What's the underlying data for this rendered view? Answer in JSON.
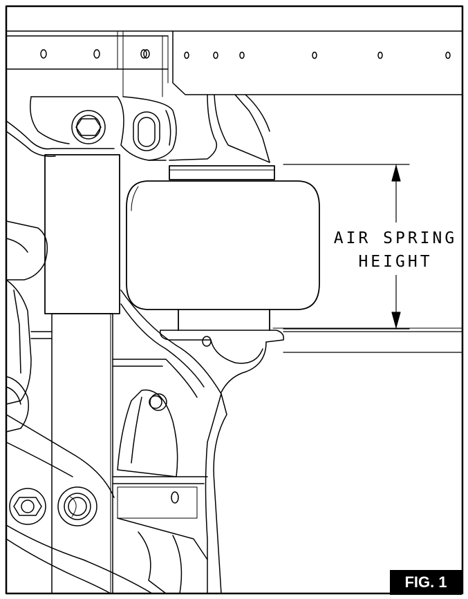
{
  "diagram": {
    "dimension_label_line1": "AIR SPRING",
    "dimension_label_line2": "HEIGHT",
    "figure_label": "FIG. 1",
    "colors": {
      "ink": "#000000",
      "paper": "#ffffff"
    }
  }
}
